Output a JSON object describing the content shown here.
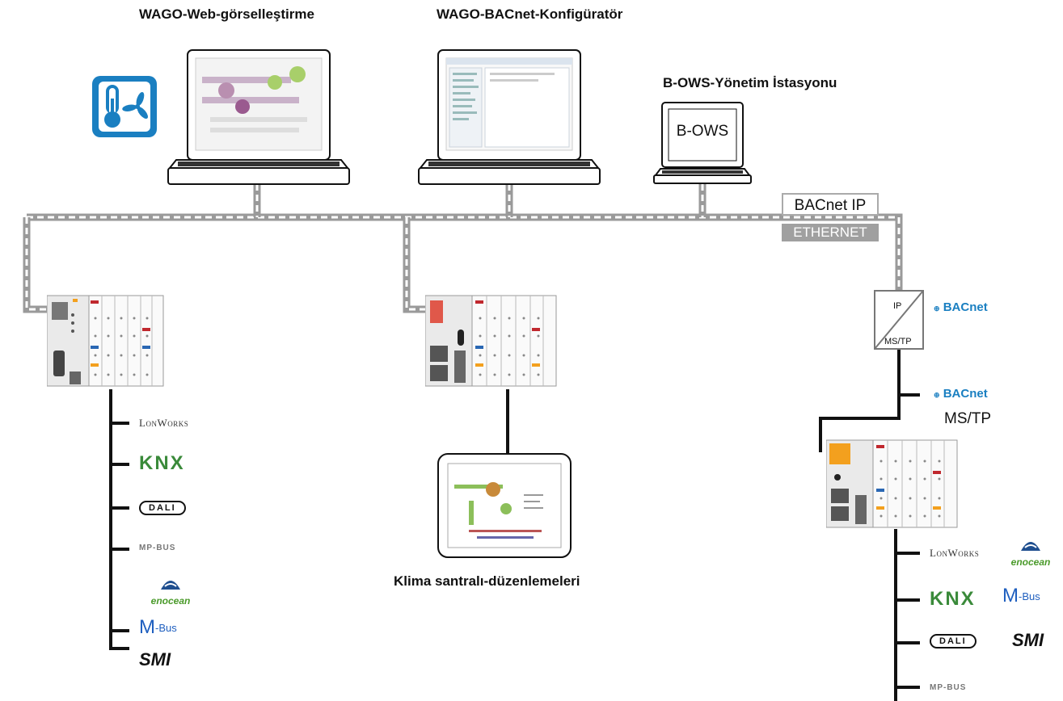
{
  "titles": {
    "web_visualization": "WAGO-Web-görselleştirme",
    "bacnet_configurator": "WAGO-BACnet-Konfigüratör",
    "bows_station": "B-OWS-Yönetim İstasyonu",
    "ahu_applications": "Klima santralı-düzenlemeleri"
  },
  "network": {
    "bacnet_ip": "BACnet IP",
    "ethernet": "ETHERNET"
  },
  "bows_screen": "B-OWS",
  "converter": {
    "top": "IP",
    "bottom": "MS/TP"
  },
  "bacnet_logo": "BACnet",
  "mstp_label": "MS/TP",
  "protocols": {
    "lonworks": "LonWorks",
    "knx": "KNX",
    "dali": "DALI",
    "mpbus": "MP-BUS",
    "enocean": "enocean",
    "mbus_m": "M",
    "mbus_bus": "-Bus",
    "smi": "SMI"
  },
  "colors": {
    "icon_blue": "#1a7fc1",
    "bacnet_blue": "#1a7fc1",
    "knx_green": "#3a8a3a",
    "enocean_green": "#4a9a2a",
    "mbus_blue": "#1f5fbf",
    "ethernet_gray": "#a0a0a0"
  }
}
